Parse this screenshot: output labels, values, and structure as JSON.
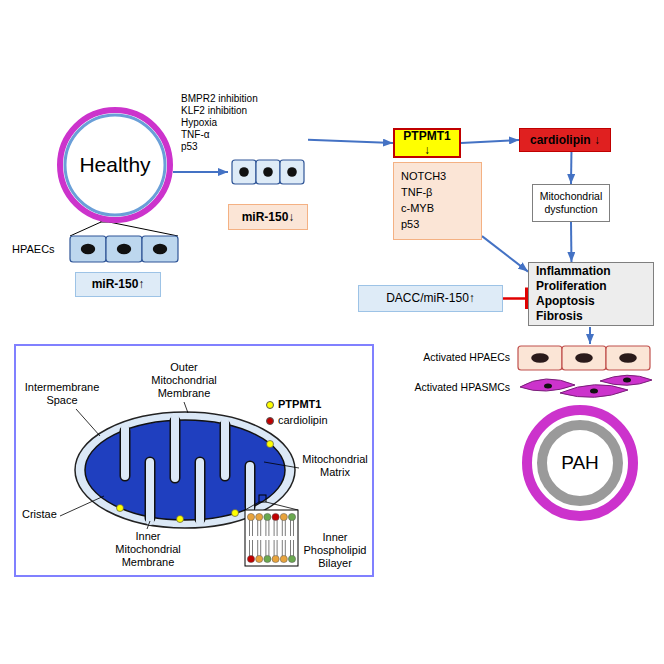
{
  "diagram": {
    "nodes": [
      {
        "text": [
          "Healthy"
        ]
      },
      {
        "text": [
          "miR-150↑"
        ]
      },
      {
        "text": [
          "miR-150↓"
        ]
      },
      {
        "text": [
          "PTPMT1 ↓"
        ]
      },
      {
        "text": [
          "cardiolipin ↓"
        ]
      },
      {
        "text": [
          "NOTCH3",
          "TNF-β",
          "c-MYB",
          "p53"
        ]
      },
      {
        "text": [
          "Mitochondrial dysfunction"
        ]
      },
      {
        "text": [
          "Inflammation",
          "Proliferation",
          "Apoptosis",
          "Fibrosis"
        ]
      },
      {
        "text": [
          "DACC/miR-150↑"
        ]
      },
      {
        "text": [
          "PAH"
        ]
      }
    ],
    "edges": [
      {
        "from": 0,
        "to": 2,
        "arrow": "to"
      },
      {
        "from": 2,
        "to": 3,
        "arrow": "to"
      },
      {
        "from": 3,
        "to": 4,
        "arrow": "to"
      },
      {
        "from": 4,
        "to": 6,
        "arrow": "to"
      },
      {
        "from": 6,
        "to": 7,
        "arrow": "to"
      },
      {
        "from": 5,
        "to": 7,
        "arrow": "to"
      },
      {
        "from": 8,
        "to": 7,
        "arrow": "to"
      }
    ],
    "labels": [
      "BMPR2 inhibition",
      "KLF2 inhibition",
      "Hypoxia",
      "TNF-α",
      "p53",
      "HPAECs",
      "Activated HPAECs",
      "Activated HPASMCs",
      "Outer Mitochondrial Membrane",
      "Intermembrane Space",
      "Mitochondrial Matrix",
      "Cristae",
      "Inner Mitochondrial Membrane",
      "Inner Phospholipid Bilayer"
    ],
    "legend": [
      {
        "text": "PTPMT1",
        "color": "#ffff00"
      },
      {
        "text": "cardiolipin",
        "color": "#c00000"
      }
    ]
  }
}
